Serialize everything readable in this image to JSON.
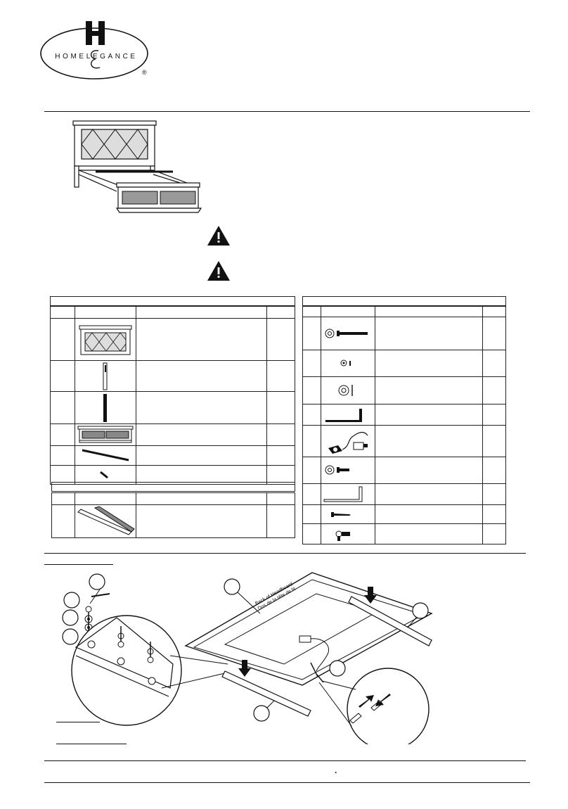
{
  "brand": {
    "monogram_letter": "H",
    "logo_text": "HOMELEGANCE",
    "registered_mark": "®",
    "logo_icon": "homelegance-oval-logo"
  },
  "warnings": [
    {
      "icon": "warning-triangle-icon",
      "glyph": "!"
    },
    {
      "icon": "warning-triangle-icon",
      "glyph": "!"
    }
  ],
  "hardware_table": {
    "rows": [
      {
        "icon": "bolt-with-washer-icon"
      },
      {
        "icon": "nut-and-washer-icon"
      },
      {
        "icon": "washer-icon"
      },
      {
        "icon": "allen-key-small-icon"
      },
      {
        "icon": "led-power-adapter-icon"
      },
      {
        "icon": "short-bolt-with-washer-icon"
      },
      {
        "icon": "allen-key-large-icon"
      },
      {
        "icon": "screw-icon"
      },
      {
        "icon": "cam-bolt-icon"
      }
    ]
  },
  "diagram": {
    "headboard_label_en": "Back of Headboard",
    "headboard_label_fr": "Dos de la tête de lit"
  },
  "footer": {
    "dot": "."
  }
}
